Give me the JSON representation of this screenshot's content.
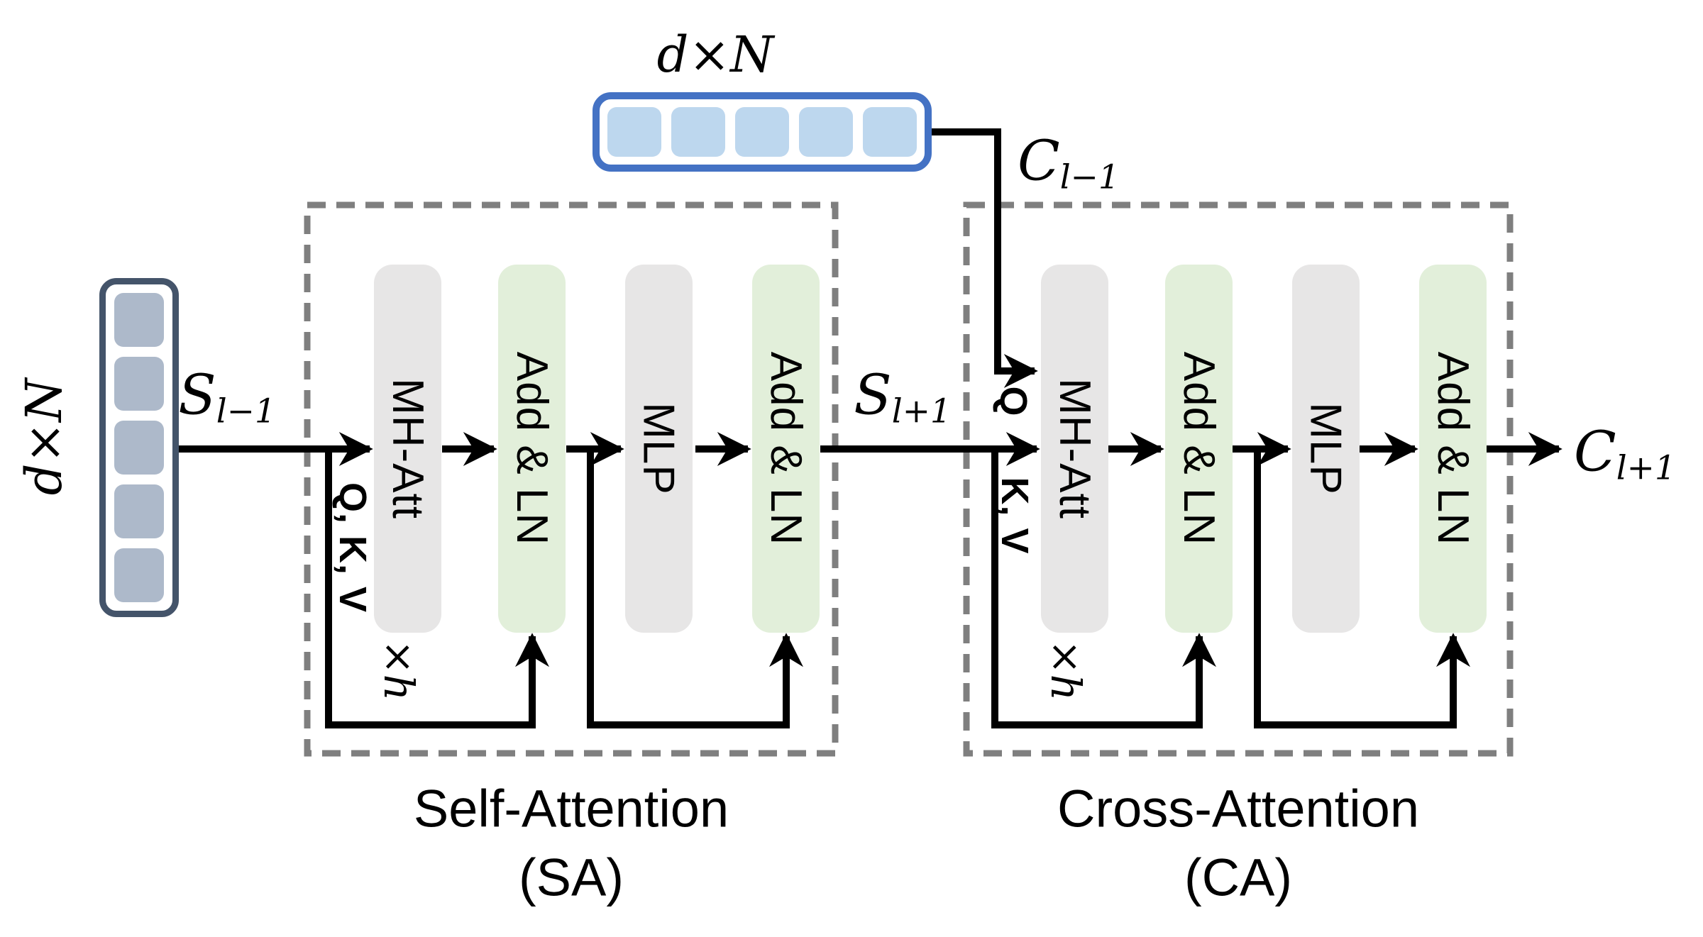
{
  "figure": {
    "dims": {
      "state": "d×N",
      "context": "d×N"
    },
    "io": {
      "s_prev": {
        "base": "S",
        "sub": "l−1"
      },
      "s_next": {
        "base": "S",
        "sub": "l+1"
      },
      "c_prev": {
        "base": "C",
        "sub": "l−1"
      },
      "c_next": {
        "base": "C",
        "sub": "l+1"
      }
    },
    "attention_inputs": {
      "sa_qkv": "Q, K, V",
      "ca_q": "Q",
      "ca_kv": "K, V"
    },
    "repeat": {
      "sa": "×h",
      "ca": "×h"
    },
    "blocks": {
      "sa": {
        "title": "Self-Attention",
        "abbr": "(SA)",
        "layers": [
          "MH-Att",
          "Add & LN",
          "MLP",
          "Add & LN"
        ]
      },
      "ca": {
        "title": "Cross-Attention",
        "abbr": "(CA)",
        "layers": [
          "MH-Att",
          "Add & LN",
          "MLP",
          "Add & LN"
        ]
      }
    },
    "colors": {
      "line": "#000000",
      "dashed": "#7F7F7F",
      "pill_gray": "#E7E6E6",
      "pill_green": "#E2EFDA",
      "state_border": "#44546A",
      "state_fill": "#ADB9CA",
      "context_border": "#4472C4",
      "context_fill": "#BDD7EE"
    }
  }
}
